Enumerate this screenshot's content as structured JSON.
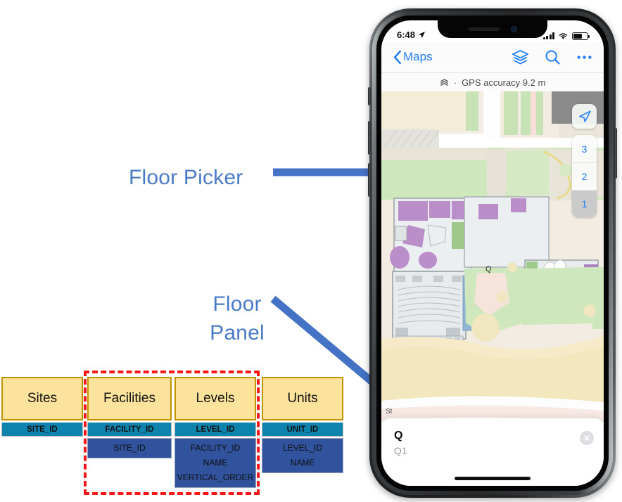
{
  "annotations": {
    "floor_picker_label": "Floor Picker",
    "floor_panel_label": "Floor\nPanel",
    "arrow_color": "#4472c4",
    "label_color": "#4a7bc8",
    "highlight_box_color": "#fb1717"
  },
  "er_diagram": {
    "header_fill": "#fce39b",
    "header_border": "#c29200",
    "pk_fill": "#0d83ae",
    "fk_fill": "#31539e",
    "tables": [
      {
        "name": "Sites",
        "primary_key": "SITE_ID",
        "foreign_keys": []
      },
      {
        "name": "Facilities",
        "primary_key": "FACILITY_ID",
        "foreign_keys": [
          "SITE_ID"
        ]
      },
      {
        "name": "Levels",
        "primary_key": "LEVEL_ID",
        "foreign_keys": [
          "FACILITY_ID",
          "NAME",
          "VERTICAL_ORDER"
        ]
      },
      {
        "name": "Units",
        "primary_key": "UNIT_ID",
        "foreign_keys": [
          "LEVEL_ID",
          "NAME"
        ]
      }
    ]
  },
  "phone": {
    "status_bar": {
      "time": "6:48",
      "location_icon": "location-arrow-icon",
      "cellular_icon": "signal-bars-icon",
      "wifi_icon": "wifi-icon",
      "battery_icon": "battery-icon"
    },
    "nav_bar": {
      "back_label": "Maps",
      "back_icon": "chevron-left-icon",
      "layers_icon": "layers-icon",
      "search_icon": "search-icon",
      "more_icon": "ellipsis-icon"
    },
    "gps_bar": {
      "icon": "layers-small-icon",
      "separator": "·",
      "text": "GPS accuracy 9.2 m"
    },
    "map": {
      "locate_button_icon": "navigation-arrow-icon",
      "marker_label": "Q",
      "street_label": "St",
      "floor_picker": {
        "levels": [
          "3",
          "2",
          "1"
        ],
        "selected": "1"
      }
    },
    "floor_panel": {
      "title": "Q",
      "subtitle": "Q1",
      "close_icon": "close-icon"
    }
  }
}
